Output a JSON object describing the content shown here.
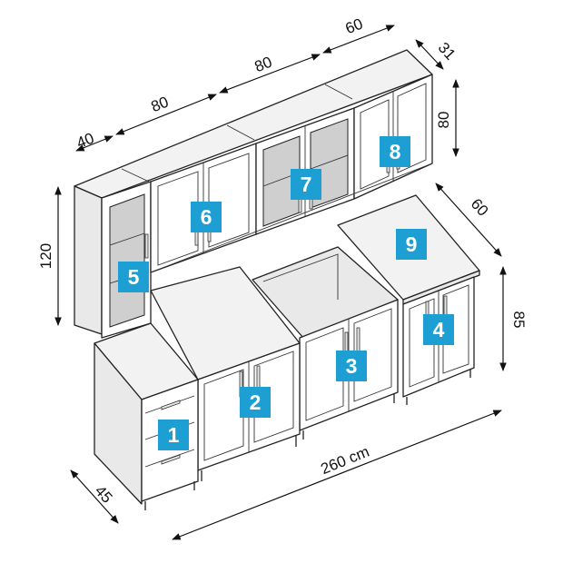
{
  "dimensions": {
    "top_width_40": "40",
    "top_width_80_a": "80",
    "top_width_80_b": "80",
    "top_width_60": "60",
    "top_depth_31": "31",
    "top_height_80": "80",
    "tall_height_120": "120",
    "corner_depth_60": "60",
    "base_height_85": "85",
    "base_depth_45": "45",
    "total_width": "260 cm"
  },
  "modules": [
    "1",
    "2",
    "3",
    "4",
    "5",
    "6",
    "7",
    "8",
    "9"
  ],
  "colors": {
    "badge": "#1e9fd4",
    "line": "#222222",
    "glass": "#cfcfcf"
  }
}
